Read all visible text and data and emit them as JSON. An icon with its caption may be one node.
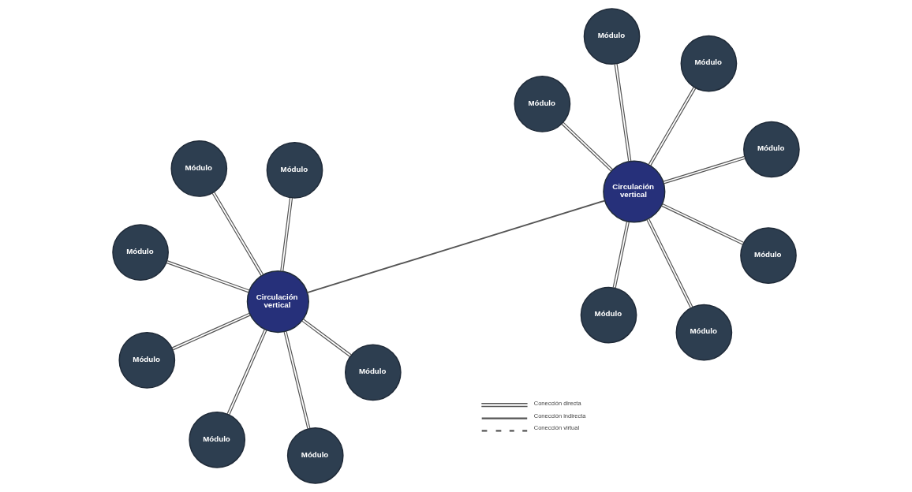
{
  "diagram": {
    "nodes": [
      {
        "text": [
          "Circulación vertical"
        ]
      },
      {
        "text": [
          "Módulo"
        ]
      },
      {
        "text": [
          "Módulo"
        ]
      },
      {
        "text": [
          "Módulo"
        ]
      },
      {
        "text": [
          "Módulo"
        ]
      },
      {
        "text": [
          "Módulo"
        ]
      },
      {
        "text": [
          "Módulo"
        ]
      },
      {
        "text": [
          "Módulo"
        ]
      },
      {
        "text": [
          "Circulación vertical"
        ]
      },
      {
        "text": [
          "Módulo"
        ]
      },
      {
        "text": [
          "Módulo"
        ]
      },
      {
        "text": [
          "Módulo"
        ]
      },
      {
        "text": [
          "Módulo"
        ]
      },
      {
        "text": [
          "Módulo"
        ]
      },
      {
        "text": [
          "Módulo"
        ]
      },
      {
        "text": [
          "Módulo"
        ]
      }
    ],
    "edges": [
      {
        "from": 0,
        "to": 1,
        "arrow": "none"
      },
      {
        "from": 0,
        "to": 2,
        "arrow": "none"
      },
      {
        "from": 0,
        "to": 3,
        "arrow": "none"
      },
      {
        "from": 0,
        "to": 4,
        "arrow": "none"
      },
      {
        "from": 0,
        "to": 5,
        "arrow": "none"
      },
      {
        "from": 0,
        "to": 6,
        "arrow": "none"
      },
      {
        "from": 0,
        "to": 7,
        "arrow": "none"
      },
      {
        "from": 0,
        "to": 8,
        "arrow": "none",
        "color": "#555555"
      },
      {
        "from": 8,
        "to": 9,
        "arrow": "none"
      },
      {
        "from": 8,
        "to": 10,
        "arrow": "none"
      },
      {
        "from": 8,
        "to": 11,
        "arrow": "none"
      },
      {
        "from": 8,
        "to": 12,
        "arrow": "none"
      },
      {
        "from": 8,
        "to": 13,
        "arrow": "none"
      },
      {
        "from": 8,
        "to": 14,
        "arrow": "none"
      },
      {
        "from": 8,
        "to": 15,
        "arrow": "none"
      }
    ],
    "legend": [
      {
        "text": "Conección directa"
      },
      {
        "text": "Conección indirecta"
      },
      {
        "text": "Conección virtual"
      }
    ]
  }
}
